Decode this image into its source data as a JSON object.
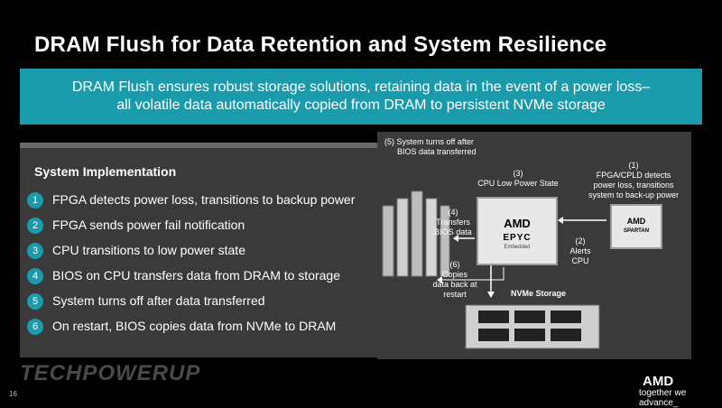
{
  "slide": {
    "title": "DRAM Flush for Data Retention and System Resilience",
    "banner_line1": "DRAM Flush ensures robust storage solutions, retaining data in the event of a power loss–",
    "banner_line2": "all volatile data automatically copied from DRAM to persistent NVMe storage",
    "page_number": "16"
  },
  "implementation": {
    "heading": "System Implementation",
    "steps": [
      {
        "num": "1",
        "text": "FPGA detects power loss, transitions to backup power"
      },
      {
        "num": "2",
        "text": "FPGA sends power fail notification"
      },
      {
        "num": "3",
        "text": "CPU transitions to low power state"
      },
      {
        "num": "4",
        "text": "BIOS on CPU transfers data from DRAM to storage"
      },
      {
        "num": "5",
        "text": "System turns off after data transferred"
      },
      {
        "num": "6",
        "text": "On restart, BIOS copies data from NVMe to DRAM"
      }
    ]
  },
  "diagram": {
    "label5_l1": "(5) System turns off after",
    "label5_l2": "BIOS data transferred",
    "label3_l1": "(3)",
    "label3_l2": "CPU Low Power State",
    "label1_l1": "(1)",
    "label1_l2": "FPGA/CPLD detects",
    "label1_l3": "power loss, transitions",
    "label1_l4": "system to back-up power",
    "label4_l1": "(4)",
    "label4_l2": "Transfers",
    "label4_l3": "BIOS data",
    "label2_l1": "(2)",
    "label2_l2": "Alerts",
    "label2_l3": "CPU",
    "label6_l1": "(6)",
    "label6_l2": "Copies",
    "label6_l3": "data back at",
    "label6_l4": "restart",
    "nvme_label": "NVMe Storage",
    "cpu_brand": "AMD",
    "cpu_model": "EPYC",
    "cpu_sub": "Embedded",
    "fpga_brand": "AMD",
    "fpga_model": "SPARTAN"
  },
  "branding": {
    "watermark": "TECHPOWERUP",
    "logo": "AMD",
    "tagline": "together we advance_"
  },
  "colors": {
    "accent": "#1a9bac",
    "panel": "#3a3a3a",
    "background": "#000000"
  }
}
